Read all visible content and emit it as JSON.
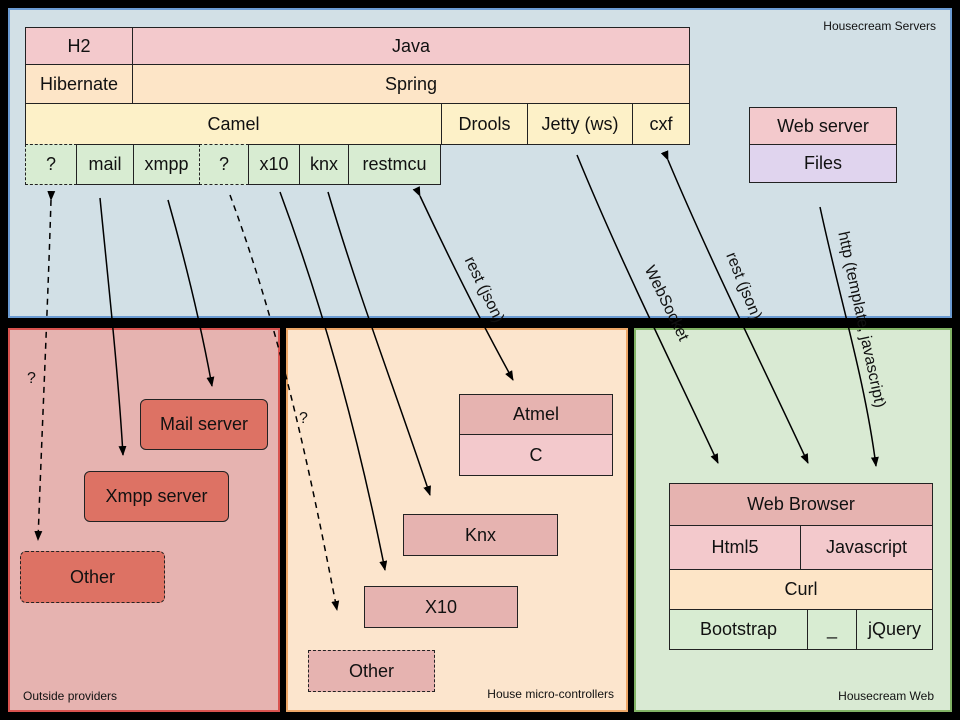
{
  "regions": {
    "servers": "Housecream Servers",
    "outside": "Outside providers",
    "micro": "House micro-controllers",
    "web": "Housecream Web"
  },
  "server_stack": {
    "h2": "H2",
    "java": "Java",
    "hibernate": "Hibernate",
    "spring": "Spring",
    "camel": "Camel",
    "drools": "Drools",
    "jetty": "Jetty (ws)",
    "cxf": "cxf",
    "unknown1": "?",
    "mail": "mail",
    "xmpp": "xmpp",
    "unknown2": "?",
    "x10": "x10",
    "knx": "knx",
    "restmcu": "restmcu",
    "web_server": "Web server",
    "files": "Files"
  },
  "outside": {
    "mail_server": "Mail server",
    "xmpp_server": "Xmpp server",
    "other": "Other"
  },
  "micro": {
    "atmel": "Atmel",
    "c": "C",
    "knx": "Knx",
    "x10": "X10",
    "other": "Other"
  },
  "web": {
    "browser": "Web Browser",
    "html5": "Html5",
    "javascript": "Javascript",
    "curl": "Curl",
    "bootstrap": "Bootstrap",
    "underscore": "_",
    "jquery": "jQuery"
  },
  "link_labels": {
    "q1": "?",
    "q2": "?",
    "rest1": "rest (json)",
    "websocket": "WebSocket",
    "rest2": "rest (json)",
    "http": "http (template, javascript)"
  }
}
